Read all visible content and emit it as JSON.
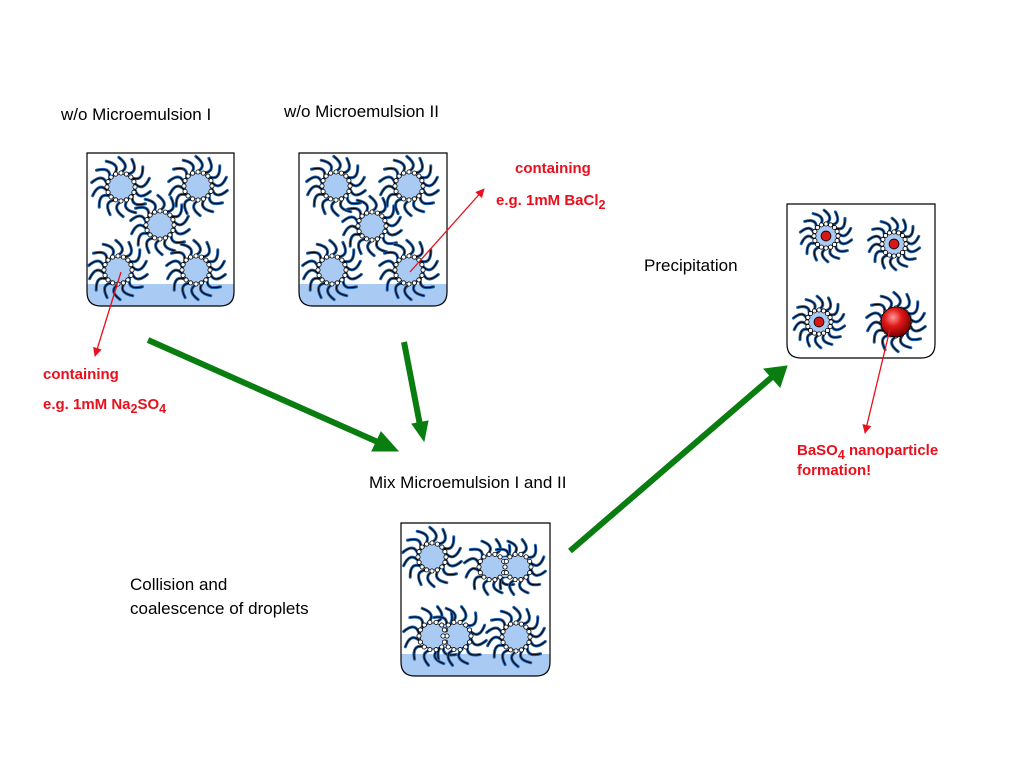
{
  "labels": {
    "microemulsion_1": "w/o Microemulsion I",
    "microemulsion_2": "w/o Microemulsion II",
    "mix": "Mix Microemulsion I and II",
    "collision_line1": "Collision and",
    "collision_line2": "coalescence of droplets",
    "precipitation": "Precipitation"
  },
  "annotations": {
    "containing_1": "containing",
    "reagent_1": {
      "prefix": "e.g. 1mM Na",
      "sub1": "2",
      "mid": "SO",
      "sub2": "4"
    },
    "containing_2": "containing",
    "reagent_2": {
      "prefix": "e.g. 1mM BaCl",
      "sub1": "2"
    },
    "product": {
      "prefix": "BaSO",
      "sub1": "4",
      "suffix": " nanoparticle",
      "line2": "formation!"
    }
  },
  "colors": {
    "droplet_fill": "#a9cbf3",
    "water_layer": "#a9cbf3",
    "arrow_green": "#0a7d10",
    "annotation_red": "#e8101c",
    "nanoparticle_red": "#d81818"
  }
}
